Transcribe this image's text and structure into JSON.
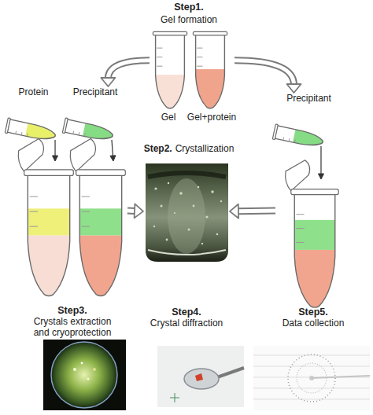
{
  "diagram": {
    "nodes": [
      {
        "text": [
          "Gel"
        ]
      },
      {
        "text": [
          "Gel+protein"
        ]
      },
      {
        "text": [
          "Protein"
        ]
      },
      {
        "text": [
          "Precipitant"
        ]
      },
      {
        "text": [
          "Precipitant"
        ]
      },
      {
        "text": [
          "Step3.",
          "Crystals extraction and cryoprotection"
        ]
      },
      {
        "text": [
          "Step4.",
          "Crystal diffraction"
        ]
      },
      {
        "text": [
          "Step5.",
          "Data collection"
        ]
      }
    ],
    "edges": [
      {
        "from": 0,
        "to": 3,
        "arrow": "to"
      },
      {
        "from": 1,
        "to": 4,
        "arrow": "to"
      },
      {
        "from": 2,
        "to": 5,
        "arrow": "to"
      },
      {
        "from": 3,
        "to": 5,
        "arrow": "to"
      },
      {
        "from": 4,
        "to": 7,
        "arrow": "to"
      },
      {
        "from": 5,
        "to": 6,
        "arrow": "to"
      },
      {
        "from": 7,
        "to": 6,
        "arrow": "to"
      }
    ],
    "labels": [
      "Step1.",
      "Gel formation",
      "Step2.",
      "Crystallization"
    ]
  }
}
